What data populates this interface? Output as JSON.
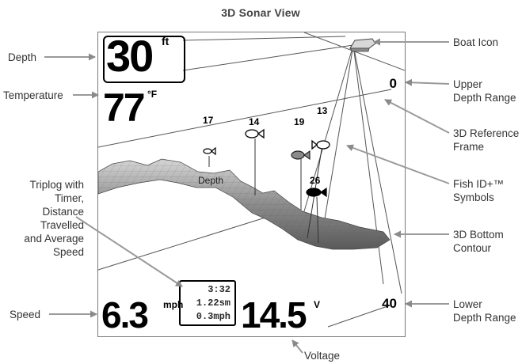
{
  "title": "3D Sonar View",
  "screen": {
    "depth_value": "30",
    "depth_unit": "ft",
    "temperature_value": "77",
    "temperature_unit": "°F",
    "upper_range": "0",
    "lower_range": "40",
    "speed_value": "6.3",
    "speed_unit": "mph",
    "voltage_value": "14.5",
    "voltage_unit": "V",
    "triplog": {
      "timer": "3:32",
      "distance": "1.22sm",
      "avg_speed": "0.3mph"
    },
    "fish": [
      {
        "depth": "17",
        "kind": "small-outline"
      },
      {
        "depth": "14",
        "kind": "medium-outline"
      },
      {
        "depth": "19",
        "kind": "medium-gray"
      },
      {
        "depth": "13",
        "kind": "medium-outline"
      },
      {
        "depth": "26",
        "kind": "medium-black"
      }
    ],
    "overlay_label": "Depth"
  },
  "callouts": {
    "depth": "Depth",
    "temperature": "Temperature",
    "triplog": [
      "Triplog with",
      "Timer,",
      "Distance",
      "Travelled",
      "and Average",
      "Speed"
    ],
    "speed": "Speed",
    "boat_icon": "Boat Icon",
    "upper_depth_range": [
      "Upper",
      "Depth Range"
    ],
    "reference_frame": [
      "3D Reference",
      "Frame"
    ],
    "fish_id": [
      "Fish ID+™",
      "Symbols"
    ],
    "bottom_contour": [
      "3D Bottom",
      "Contour"
    ],
    "lower_depth_range": [
      "Lower",
      "Depth Range"
    ],
    "voltage": "Voltage"
  }
}
